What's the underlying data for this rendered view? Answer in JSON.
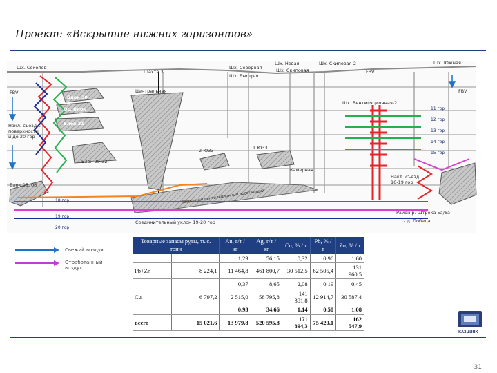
{
  "title": "Проект: «Вскрытие нижних горизонтов»",
  "page_number": "31",
  "shafts": {
    "sokolov": "Шх. Соколов",
    "shaft3": "Шахта 3",
    "severnaya": "Шх. Северная",
    "novaya": "Шх. Новая",
    "skipovaya2": "Шх. Скиповая-2",
    "skipovaya": "Шх. Скиповая",
    "bystraya": "Шх. Быстр-я",
    "ventilyatsionnaya2": "Шх. Вентиляционная-2",
    "yuzhnaya": "Шх. Южная",
    "fbv1": "FBV",
    "fbv2": "FBV",
    "fbv3": "FBV"
  },
  "labels": {
    "central": "Центральная",
    "blok30": "Блок 30",
    "obl": "Ос. Блок",
    "blok31": "Блок 31",
    "blok2932": "Блок 29-32",
    "nakl_left": "Накл. съезд с поверхности и до 20 гор",
    "blok05": "Блок 05, 06",
    "yuz2": "2 ЮЗЗ",
    "yuz1": "1 ЮЗЗ",
    "kamera": "Камерная ...",
    "nakl_right": "Накл. съезд 16-19 гор",
    "rayon": "Район р. Штрека 5а/6а",
    "rayon2": "з.д. Победа",
    "conn_uklon": "Соединительный уклон 19-20 гор",
    "sbornyy": "Сборочный вентиляционный восстающий"
  },
  "horizons_left": [
    "18 гор",
    "19 гор",
    "20 гор"
  ],
  "horizons_right": [
    "11 гор",
    "12 гор",
    "13 гор",
    "14 гор",
    "15 гор"
  ],
  "legend": {
    "fresh": "Свежий воздух",
    "exhaust": "Отработанный воздух"
  },
  "table": {
    "headers": [
      "Товарные запасы руды, тыс. тонн",
      "",
      "Au, г/т / кг",
      "Ag, г/т / кг",
      "Cu, % / т",
      "Pb, % / т",
      "Zn, % / т"
    ],
    "rows": [
      {
        "cells": [
          "",
          "",
          "1,29",
          "56,15",
          "0,32",
          "0,96",
          "1,60"
        ],
        "bold": false
      },
      {
        "cells": [
          "Pb+Zn",
          "8 224,1",
          "11 464,8",
          "461 800,7",
          "30 512,5",
          "62 505,4",
          "131 960,5"
        ],
        "bold": false
      },
      {
        "cells": [
          "",
          "",
          "0,37",
          "8,65",
          "2,08",
          "0,19",
          "0,45"
        ],
        "bold": false
      },
      {
        "cells": [
          "Cu",
          "6 797,2",
          "2 515,0",
          "58 795,8",
          "141 381,8",
          "12 914,7",
          "30 587,4"
        ],
        "bold": false
      },
      {
        "cells": [
          "",
          "",
          "0,93",
          "34,66",
          "1,14",
          "0,50",
          "1,08"
        ],
        "bold": true
      },
      {
        "cells": [
          "всего",
          "15 021,6",
          "13 979,8",
          "520 595,8",
          "171 894,3",
          "75 420,1",
          "162 547,9"
        ],
        "bold": true
      }
    ]
  },
  "logo_text": "КАЗЦИНК",
  "colors": {
    "rule": "#1f3f82",
    "fresh_air": "#1e73c8",
    "exhaust_air": "#c13bd6",
    "green": "#22b14c",
    "red": "#e3262b",
    "navy": "#1a2b9a",
    "magenta": "#d63fd0",
    "orange": "#f5831f"
  }
}
